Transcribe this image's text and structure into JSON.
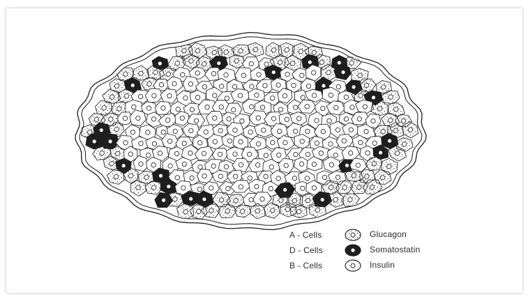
{
  "legend": [
    {
      "cell_type": "A - Cells",
      "hormone": "Glucagon",
      "icon": "dotted-cell-icon"
    },
    {
      "cell_type": "D - Cells",
      "hormone": "Somatostatin",
      "icon": "dark-cell-icon"
    },
    {
      "cell_type": "B - Cells",
      "hormone": "Insulin",
      "icon": "clear-cell-icon"
    }
  ],
  "colors": {
    "ink": "#2b2b2b",
    "d_cell_fill": "#1e1e1e",
    "background": "#ffffff"
  }
}
